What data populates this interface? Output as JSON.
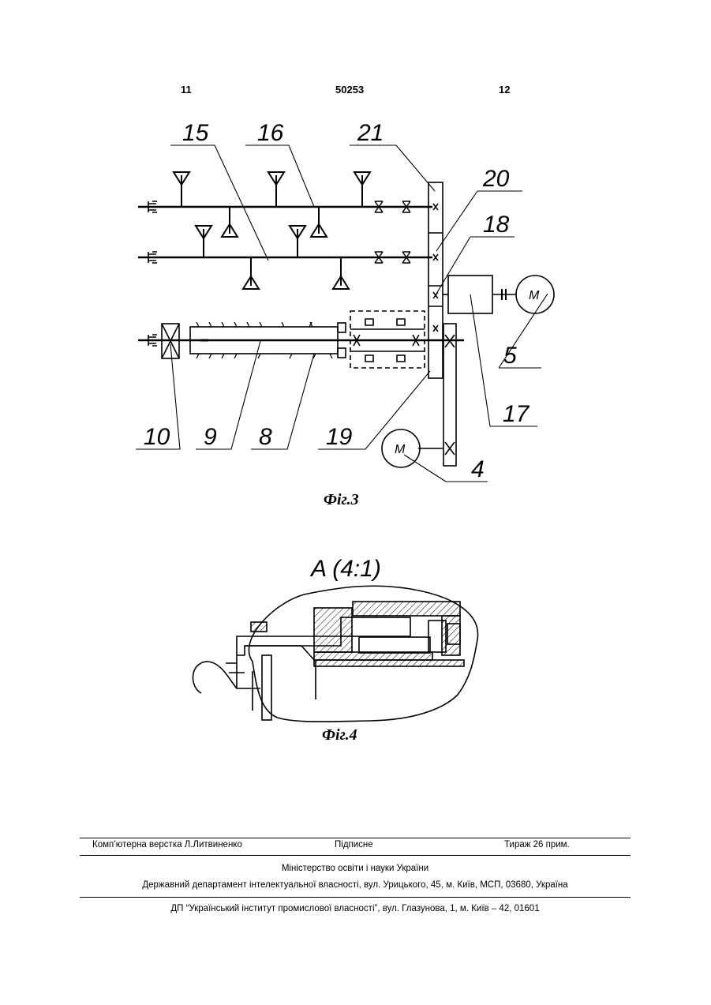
{
  "header": {
    "page_left": "11",
    "patent_number": "50253",
    "page_right": "12"
  },
  "figure3": {
    "caption": "Фіг.3",
    "callouts": [
      "15",
      "16",
      "21",
      "20",
      "18",
      "5",
      "17",
      "10",
      "9",
      "8",
      "19",
      "4"
    ],
    "motor_label": "M"
  },
  "figure4": {
    "caption": "Фіг.4",
    "view_label": "A (4:1)"
  },
  "footer": {
    "layout_credit": "Комп’ютерна верстка Л.Литвиненко",
    "signed": "Підписне",
    "print_run": "Тираж 26 прим.",
    "ministry": "Міністерство освіти і науки України",
    "department": "Державний департамент інтелектуальної власності, вул. Урицького, 45, м. Київ, МСП, 03680, Україна",
    "institute": "ДП “Український інститут промислової власності”, вул. Глазунова, 1, м. Київ – 42, 01601"
  }
}
